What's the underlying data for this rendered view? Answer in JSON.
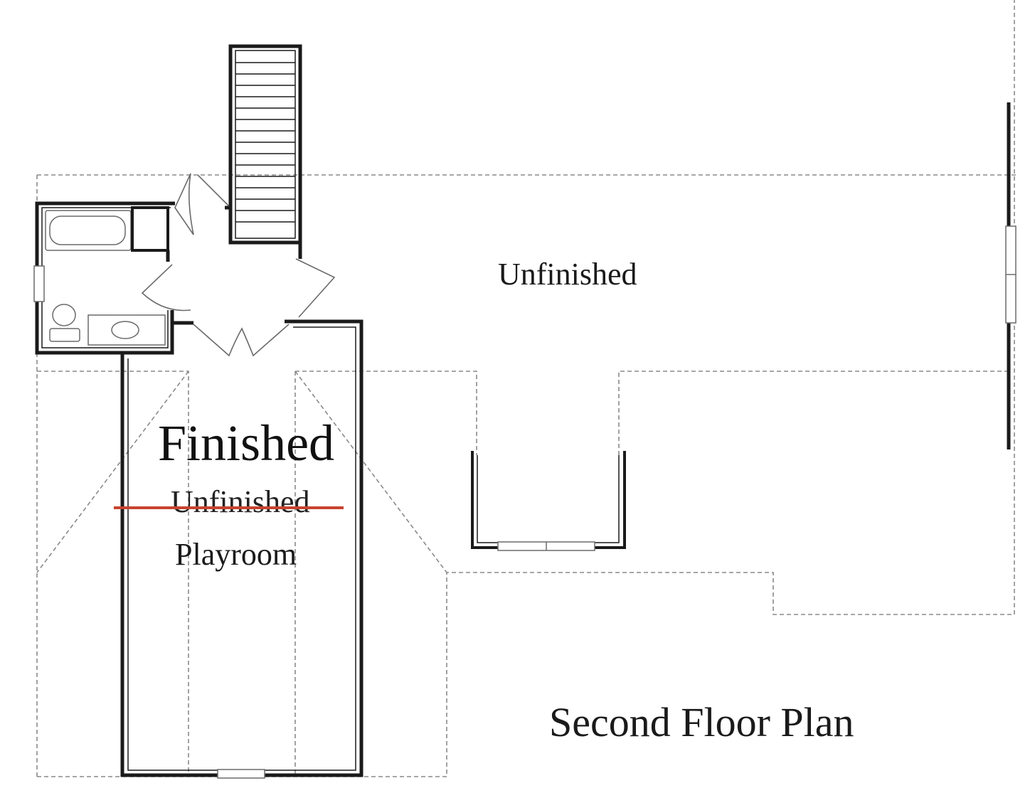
{
  "labels": {
    "unfinished_upper": "Unfinished",
    "finished": "Finished",
    "unfinished_struck": "Unfinished",
    "playroom": "Playroom",
    "title": "Second Floor Plan"
  },
  "colors": {
    "wall": "#1a1a1a",
    "dashed": "#8a8a8a",
    "fixture": "#6a6a6a",
    "strike": "#c8442f"
  }
}
